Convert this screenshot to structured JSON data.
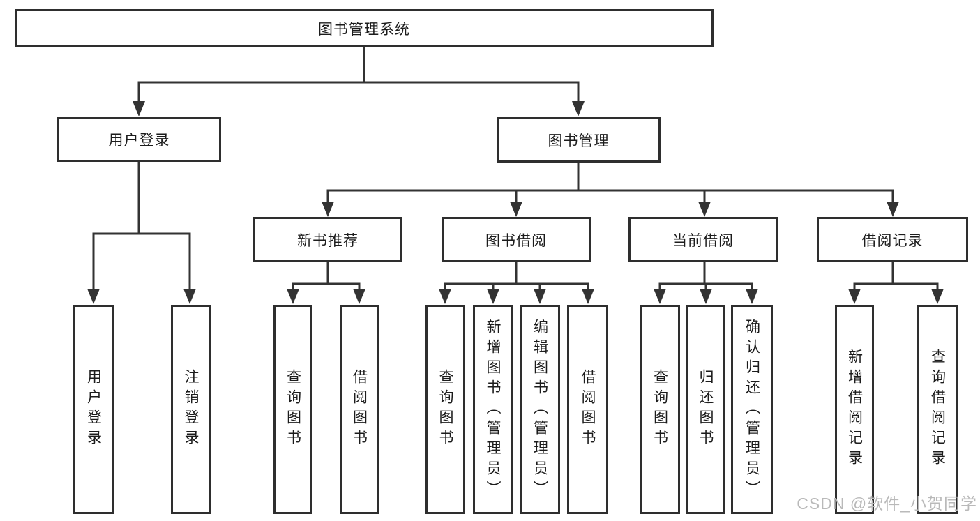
{
  "colors": {
    "line": "#333333",
    "box_border": "#2e2e2e",
    "text": "#1c1c1c",
    "watermark": "#b9b9b9",
    "background": "#ffffff"
  },
  "diagram": {
    "type": "hierarchy-tree",
    "root": {
      "label": "图书管理系统"
    },
    "level2": [
      {
        "label": "用户登录"
      },
      {
        "label": "图书管理"
      }
    ],
    "level3": [
      {
        "label": "新书推荐"
      },
      {
        "label": "图书借阅"
      },
      {
        "label": "当前借阅"
      },
      {
        "label": "借阅记录"
      }
    ],
    "leaves": {
      "user_login": [
        {
          "label": "用户登录"
        },
        {
          "label": "注销登录"
        }
      ],
      "new_books": [
        {
          "label": "查询图书"
        },
        {
          "label": "借阅图书"
        }
      ],
      "book_borrow": [
        {
          "label": "查询图书"
        },
        {
          "label": "新增图书（管理员）"
        },
        {
          "label": "编辑图书（管理员）"
        },
        {
          "label": "借阅图书"
        }
      ],
      "current_borrow": [
        {
          "label": "查询图书"
        },
        {
          "label": "归还图书"
        },
        {
          "label": "确认归还（管理员）"
        }
      ],
      "borrow_records": [
        {
          "label": "新增借阅记录"
        },
        {
          "label": "查询借阅记录"
        }
      ]
    },
    "watermark": "CSDN @软件_小贺同学"
  }
}
